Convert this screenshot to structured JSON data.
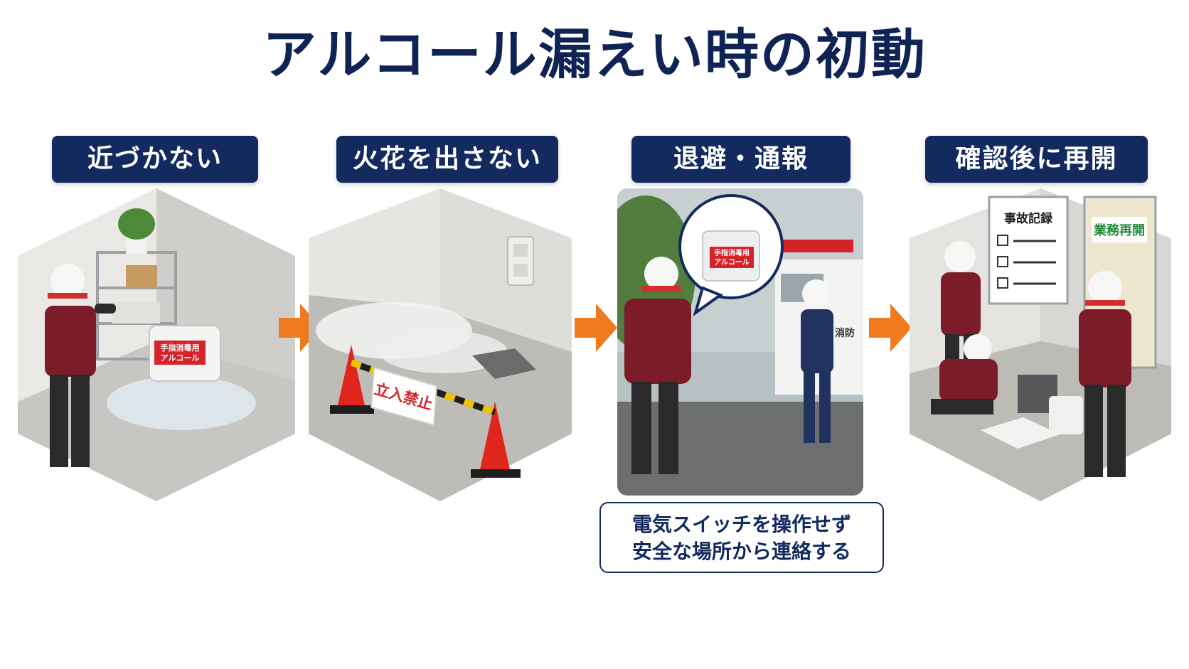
{
  "title": "アルコール漏えい時の初動",
  "steps": [
    {
      "label": "近づかない",
      "sign": "手指消毒用\nアルコール"
    },
    {
      "label": "火花を出さない",
      "sign": "立入禁止"
    },
    {
      "label": "退避・通報",
      "sign": "手指消毒用\nアルコール",
      "truck_mark": "消防"
    },
    {
      "label": "確認後に再開",
      "board_title": "事故記録",
      "door_sign": "業務再開"
    }
  ],
  "note": {
    "line1": "電気スイッチを操作せず",
    "line2": "安全な場所から連絡する"
  },
  "colors": {
    "navy": "#132a5e",
    "title": "#0f2454",
    "arrow": "#f07a1e",
    "uniform": "#7b1c28",
    "cone": "#e0251c"
  },
  "icons": [
    "arrow-right-icon"
  ]
}
